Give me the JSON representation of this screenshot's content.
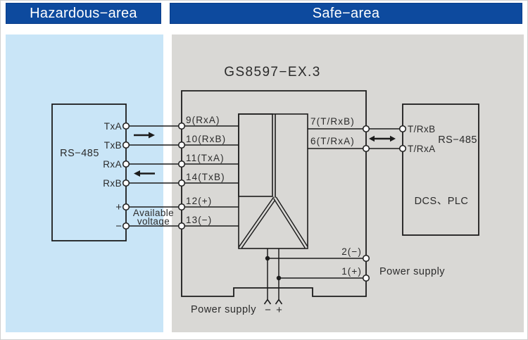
{
  "colors": {
    "header_bg": "#0d4a9e",
    "header_border": "#0a3d8a",
    "hazardous_bg": "#c9e5f7",
    "safe_bg": "#d9d8d5",
    "line": "#1c1c1c",
    "text": "#2b2b2b"
  },
  "headers": {
    "hazardous": "Hazardous−area",
    "safe": "Safe−area"
  },
  "title": "GS8597−EX.3",
  "left_device": {
    "name": "RS−485",
    "terminals": [
      "TxA",
      "TxB",
      "RxA",
      "RxB",
      "+",
      "−"
    ],
    "note_line1": "Available",
    "note_line2": "voltage"
  },
  "module": {
    "input_terminals": [
      "9(RxA)",
      "10(RxB)",
      "11(TxA)",
      "14(TxB)",
      "12(+)",
      "13(−)"
    ],
    "output_terminals": [
      "7(T/RxB)",
      "6(T/RxA)"
    ],
    "power_terminals": [
      "2(−)",
      "1(+)"
    ]
  },
  "right_device": {
    "terminals": [
      "T/RxB",
      "T/RxA"
    ],
    "name": "RS−485",
    "label": "DCS、PLC"
  },
  "power": {
    "right_label": "Power supply",
    "bottom_label": "Power supply",
    "minus": "−",
    "plus": "+"
  }
}
